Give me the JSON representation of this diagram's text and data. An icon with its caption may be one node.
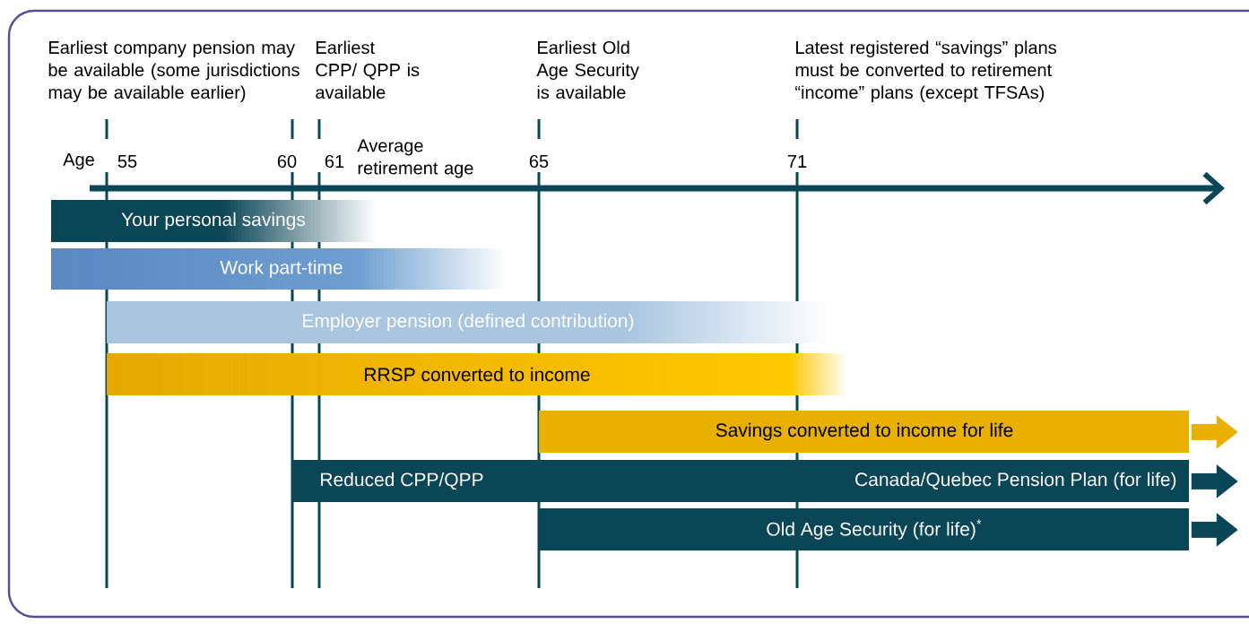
{
  "diagram": {
    "nodes": [
      {
        "text": [
          "Your personal savings"
        ]
      },
      {
        "text": [
          "Work part-time"
        ]
      },
      {
        "text": [
          "Employer pension (defined contribution)"
        ]
      },
      {
        "text": [
          "RRSP converted to income"
        ]
      },
      {
        "text": [
          "Savings converted to income for life"
        ]
      },
      {
        "text": [
          "Reduced CPP/QPP",
          "Canada/Quebec Pension Plan (for life)"
        ]
      },
      {
        "text": [
          "Old Age Security (for life)$^{*}$"
        ]
      }
    ],
    "edges": [
      {
        "from": 4,
        "to": null,
        "arrow": "to",
        "color": "#e9b000"
      },
      {
        "from": 5,
        "to": null,
        "arrow": "to"
      },
      {
        "from": 6,
        "to": null,
        "arrow": "to"
      }
    ],
    "labels": [
      "Earliest company pension may be available (some jurisdictions may be available earlier)",
      "Earliest CPP/ QPP is available",
      "Earliest Old Age Security is available",
      "Latest registered “savings” plans must be converted to retirement “income” plans (except TFSAs)",
      "Age",
      "55",
      "60",
      "61",
      "Average retirement age",
      "65",
      "71"
    ]
  }
}
